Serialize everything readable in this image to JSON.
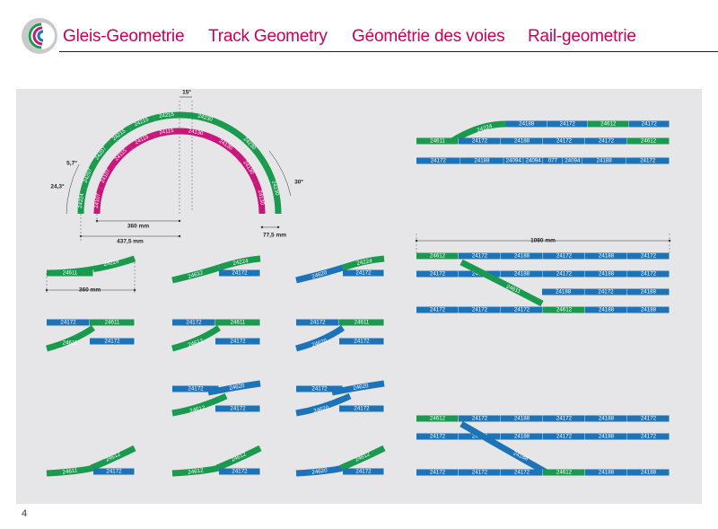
{
  "header": {
    "titles": [
      "Gleis-Geometrie",
      "Track Geometry",
      "Géométrie des voies",
      "Rail-geometrie"
    ]
  },
  "colors": {
    "green": "#1a9a4e",
    "blue": "#1d73b8",
    "magenta": "#c8167a",
    "panel": "#e6e6e8",
    "title": "#c8005a"
  },
  "page_number": "4",
  "arc": {
    "angle_top": "15°",
    "angle_left_upper": "5,7°",
    "angle_left_lower": "24,3°",
    "angle_right": "30°",
    "dim_inner": "360 mm",
    "dim_outer": "437,5 mm",
    "dim_offset": "77,5 mm",
    "outer_left": [
      "24224",
      "24207",
      "24207",
      "24215",
      "24215",
      "24215"
    ],
    "outer_right": [
      "24230",
      "24230",
      "24230"
    ],
    "inner_left": [
      "24107",
      "24107",
      "24115",
      "24115",
      "24115"
    ],
    "inner_right": [
      "24130",
      "24130",
      "24130",
      "24130"
    ]
  },
  "small_dim": "360 mm",
  "row_a": [
    {
      "pieces": [
        {
          "green": "24611"
        },
        {
          "green": "24224"
        }
      ]
    },
    {
      "pieces": [
        {
          "green": "24612"
        },
        {
          "green": "24224"
        },
        {
          "blue": "24172"
        }
      ]
    },
    {
      "pieces": [
        {
          "blue": "24620"
        },
        {
          "green": "24224"
        },
        {
          "blue": "24172"
        }
      ]
    }
  ],
  "row_b": [
    {
      "top": [
        "24172",
        "24611"
      ],
      "bottom": [
        "24611",
        "24172"
      ]
    },
    {
      "top": [
        "24172",
        "24611"
      ],
      "bottom": [
        "24612",
        "24172"
      ]
    },
    {
      "top": [
        "24172",
        "24611"
      ],
      "bottom": [
        "24620",
        "24172"
      ]
    }
  ],
  "row_c": [
    {
      "top": [
        "24172",
        "24620"
      ],
      "bottom": [
        "24612",
        "24172"
      ]
    },
    {
      "top": [
        "24172",
        "24620"
      ],
      "bottom": [
        "24620",
        "24172"
      ]
    }
  ],
  "row_d": [
    {
      "curve": "24612",
      "straight": [
        "24611",
        "24172"
      ]
    },
    {
      "curve": "24612",
      "straight": [
        "24612",
        "24172"
      ]
    },
    {
      "curve": "24612",
      "straight": [
        "24620",
        "24172"
      ]
    }
  ],
  "yard1": {
    "top_curve": "24224",
    "top": [
      "24188",
      "24172",
      "24612",
      "24172"
    ],
    "mid": [
      "24611",
      "24172",
      "24188",
      "24172",
      "24172",
      "24612"
    ],
    "bottom": [
      "24172",
      "24188",
      "24094",
      "24094",
      "077",
      "24094",
      "24188",
      "24172"
    ]
  },
  "yard2": {
    "dim": "1080 mm",
    "r1": [
      "24612",
      "24172",
      "24188",
      "24172",
      "24188",
      "24172"
    ],
    "r2": [
      "24172",
      "24620",
      "24188",
      "24172",
      "24188",
      "24172"
    ],
    "r3diag": "24611",
    "r3": [
      "24188",
      "24172",
      "24188"
    ],
    "r4": [
      "24172",
      "24172",
      "24172",
      "24612",
      "24188",
      "24188"
    ]
  },
  "yard3": {
    "r1": [
      "24612",
      "24172",
      "24188",
      "24172",
      "24188",
      "24172"
    ],
    "r2": [
      "24172",
      "24620",
      "24188",
      "24172",
      "24188",
      "24172"
    ],
    "r3diag": "24188",
    "r4": [
      "24172",
      "24172",
      "24172",
      "24612",
      "24188",
      "24188"
    ]
  }
}
